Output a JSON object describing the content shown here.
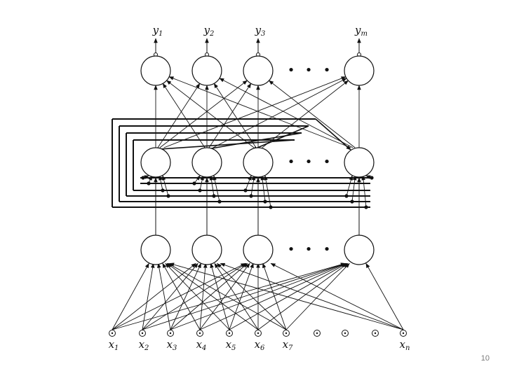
{
  "diagram": {
    "output_labels": [
      {
        "base": "y",
        "sub": "1"
      },
      {
        "base": "y",
        "sub": "2"
      },
      {
        "base": "y",
        "sub": "3"
      },
      {
        "base": "y",
        "sub": "m"
      }
    ],
    "input_labels": [
      {
        "base": "x",
        "sub": "1"
      },
      {
        "base": "x",
        "sub": "2"
      },
      {
        "base": "x",
        "sub": "3"
      },
      {
        "base": "x",
        "sub": "4"
      },
      {
        "base": "x",
        "sub": "5"
      },
      {
        "base": "x",
        "sub": "6"
      },
      {
        "base": "x",
        "sub": "7"
      },
      {
        "base": "x",
        "sub": "n"
      }
    ],
    "ellipsis_symbol": "•"
  },
  "page_number": "10"
}
